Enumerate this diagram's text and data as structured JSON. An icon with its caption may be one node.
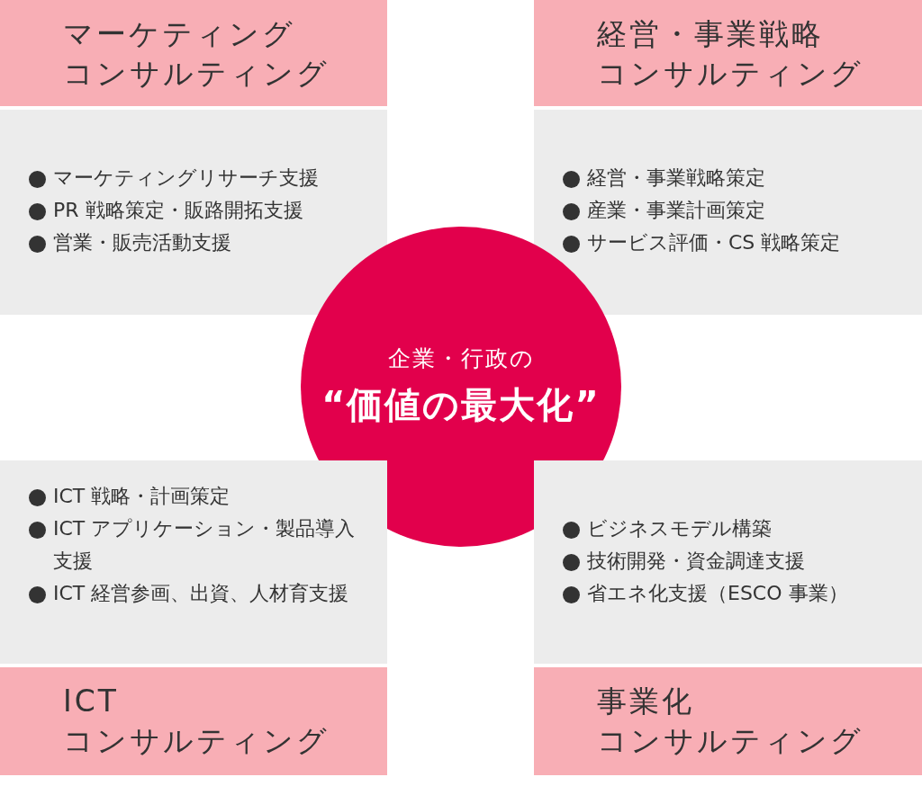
{
  "diagram": {
    "nodes": [
      {
        "text": [
          "マーケティングコンサルティング"
        ]
      },
      {
        "text": [
          "経営・事業戦略コンサルティング"
        ]
      },
      {
        "text": [
          "マーケティングリサーチ支援",
          "PR 戦略策定・販路開拓支援",
          "営業・販売活動支援"
        ]
      },
      {
        "text": [
          "経営・事業戦略策定",
          "産業・事業計画策定",
          "サービス評価・CS 戦略策定"
        ]
      },
      {
        "text": [
          "企業・行政の",
          "“価値の最大化”"
        ]
      },
      {
        "text": [
          "ICT 戦略・計画策定",
          "ICT アプリケーション・製品導入支援",
          "ICT 経営参画、出資、人材育支援"
        ]
      },
      {
        "text": [
          "ビジネスモデル構築",
          "技術開発・資金調達支援",
          "省エネ化支援（ESCO 事業）"
        ]
      },
      {
        "text": [
          "ICTコンサルティング"
        ]
      },
      {
        "text": [
          "事業化コンサルティング"
        ]
      }
    ],
    "edges": []
  }
}
